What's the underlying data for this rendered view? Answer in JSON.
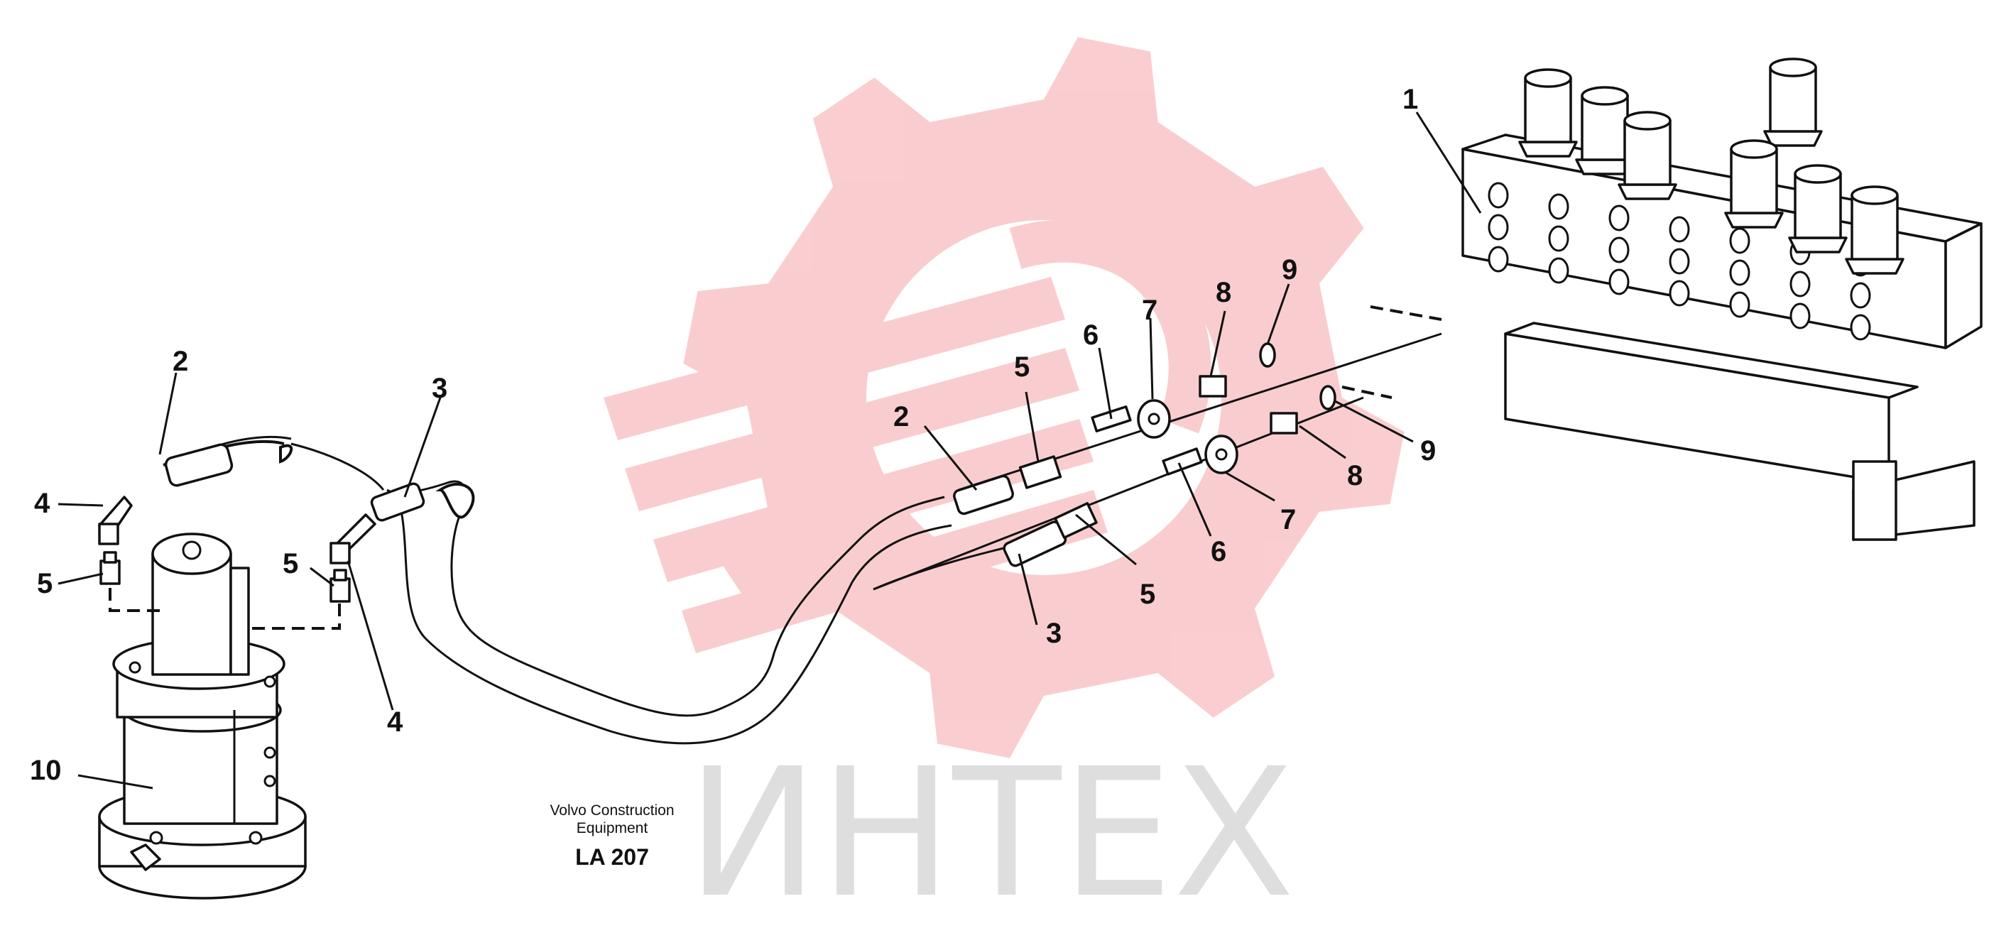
{
  "watermark": {
    "logo_color": "#e8202a",
    "brand_text": "ИНТЕХ",
    "brand_color": "#c9c9c9"
  },
  "caption": {
    "line1": "Volvo Construction",
    "line2": "Equipment",
    "code": "LA 207"
  },
  "callouts": {
    "c1": "1",
    "c2_left": "2",
    "c2_mid": "2",
    "c3_left": "3",
    "c3_mid": "3",
    "c4_left_top": "4",
    "c4_left_bottom": "4",
    "c5_far_left": "5",
    "c5_left": "5",
    "c5_mid_top": "5",
    "c5_mid_bottom": "5",
    "c6_top": "6",
    "c6_bottom": "6",
    "c7_top": "7",
    "c7_bottom": "7",
    "c8_top": "8",
    "c8_bottom": "8",
    "c9_top": "9",
    "c9_bottom": "9",
    "c10": "10"
  }
}
